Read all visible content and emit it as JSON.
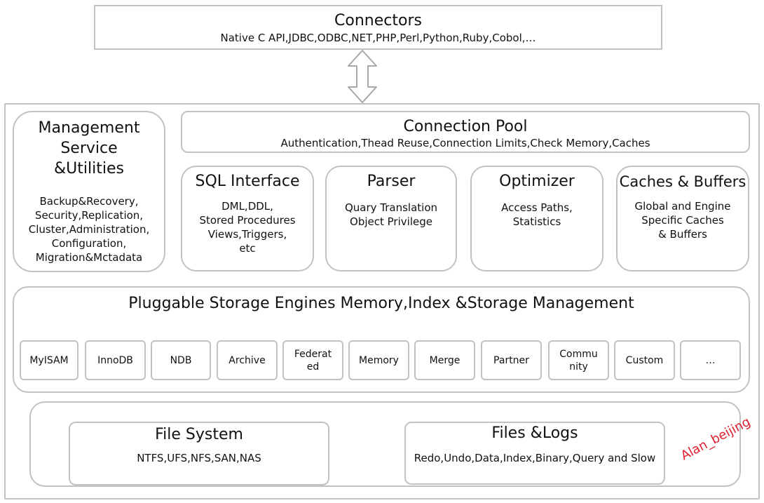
{
  "connectors": {
    "title": "Connectors",
    "subtitle": "Native C API,JDBC,ODBC,NET,PHP,Perl,Python,Ruby,Cobol,…"
  },
  "management": {
    "title": "Management\nService\n&Utilities",
    "details": "Backup&Recovery,\nSecurity,Replication,\nCluster,Administration,\nConfiguration,\nMigration&Mctadata"
  },
  "connection_pool": {
    "title": "Connection Pool",
    "subtitle": "Authentication,Thead Reuse,Connection Limits,Check Memory,Caches"
  },
  "sql_interface": {
    "title": "SQL Interface",
    "details": "DML,DDL,\nStored Procedures\nViews,Triggers,\netc"
  },
  "parser": {
    "title": "Parser",
    "details": "Quary Translation\nObject Privilege"
  },
  "optimizer": {
    "title": "Optimizer",
    "details": "Access Paths,\nStatistics"
  },
  "caches": {
    "title": "Caches & Buffers",
    "details": "Global and Engine\nSpecific Caches\n& Buffers"
  },
  "storage": {
    "title": "Pluggable Storage Engines Memory,Index &Storage Management",
    "engines": [
      "MyISAM",
      "InnoDB",
      "NDB",
      "Archive",
      "Federat\ned",
      "Memory",
      "Merge",
      "Partner",
      "Commu\nnity",
      "Custom",
      "…"
    ]
  },
  "file_system": {
    "title": "File System",
    "details": "NTFS,UFS,NFS,SAN,NAS"
  },
  "files_logs": {
    "title": "Files &Logs",
    "details": "Redo,Undo,Data,Index,Binary,Query and Slow"
  },
  "watermark": "Alan_beijing"
}
